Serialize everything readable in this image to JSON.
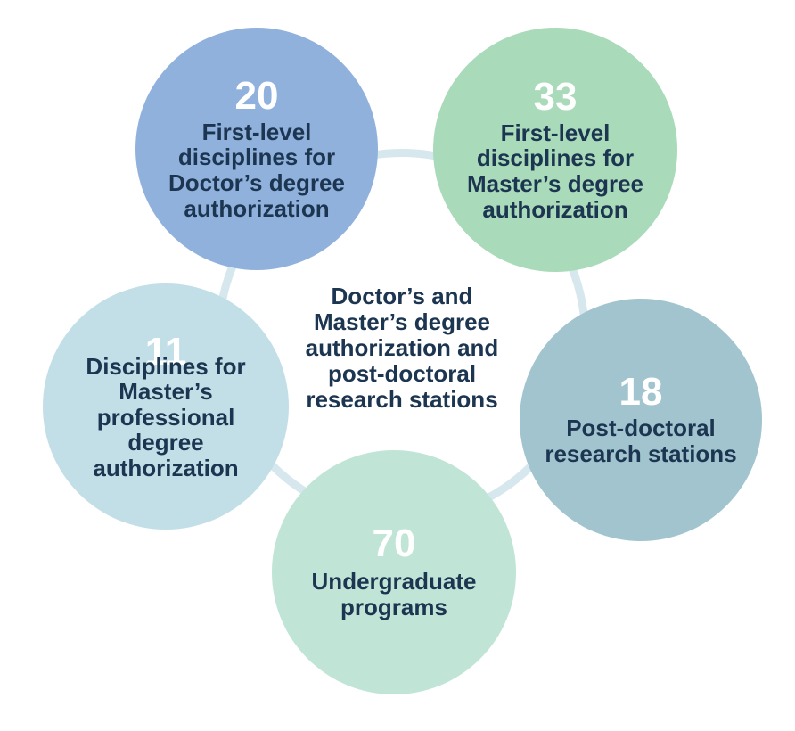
{
  "center": {
    "label": "Doctor’s and Master’s degree authorization and post-doctoral research stations"
  },
  "nodes": [
    {
      "number": "20",
      "label": "First-level disciplines for Doctor’s degree authorization",
      "color": "#91b1dd"
    },
    {
      "number": "33",
      "label": "First-level disciplines for Master’s degree authorization",
      "color": "#a9dab9"
    },
    {
      "number": "18",
      "label": "Post-doctoral research stations",
      "color": "#a1c4cf"
    },
    {
      "number": "70",
      "label": "Undergraduate programs",
      "color": "#c0e5d6"
    },
    {
      "number": "11",
      "label": "Disciplines for Master’s professional degree authorization",
      "color": "#c2dfe8"
    }
  ],
  "ring_color": "#d6e7ee"
}
